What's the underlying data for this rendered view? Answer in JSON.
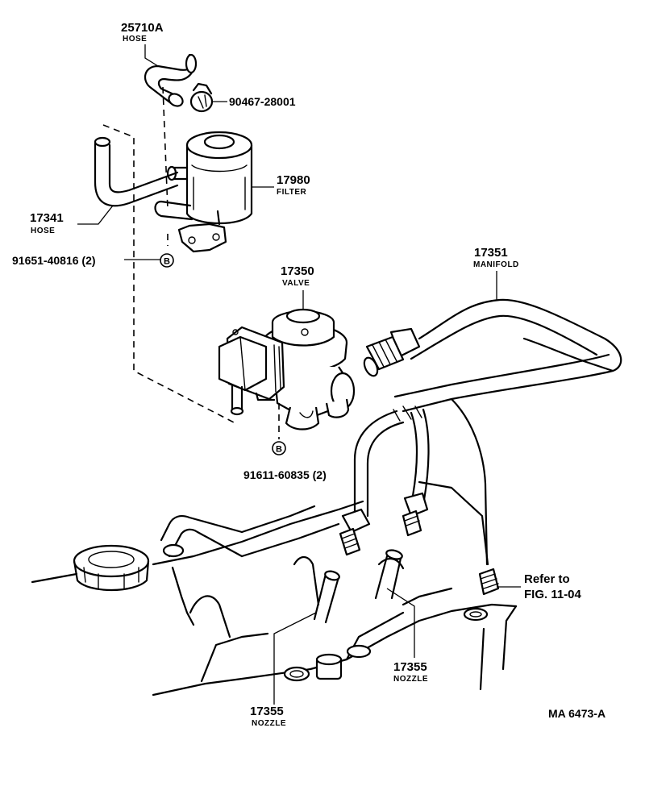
{
  "parts": {
    "hose_upper": {
      "number": "25710A",
      "name": "HOSE"
    },
    "clip": {
      "number": "90467-28001"
    },
    "filter": {
      "number": "17980",
      "name": "FILTER"
    },
    "hose_left": {
      "number": "17341",
      "name": "HOSE"
    },
    "bolt_filter": {
      "number": "91651-40816 (2)",
      "marker": "B"
    },
    "valve": {
      "number": "17350",
      "name": "VALVE"
    },
    "manifold": {
      "number": "17351",
      "name": "MANIFOLD"
    },
    "bolt_valve": {
      "number": "91611-60835 (2)",
      "marker": "B"
    },
    "nozzle_right": {
      "number": "17355",
      "name": "NOZZLE"
    },
    "nozzle_left": {
      "number": "17355",
      "name": "NOZZLE"
    }
  },
  "reference": {
    "line1": "Refer to",
    "line2": "FIG. 11-04"
  },
  "figure_code": "MA 6473-A"
}
